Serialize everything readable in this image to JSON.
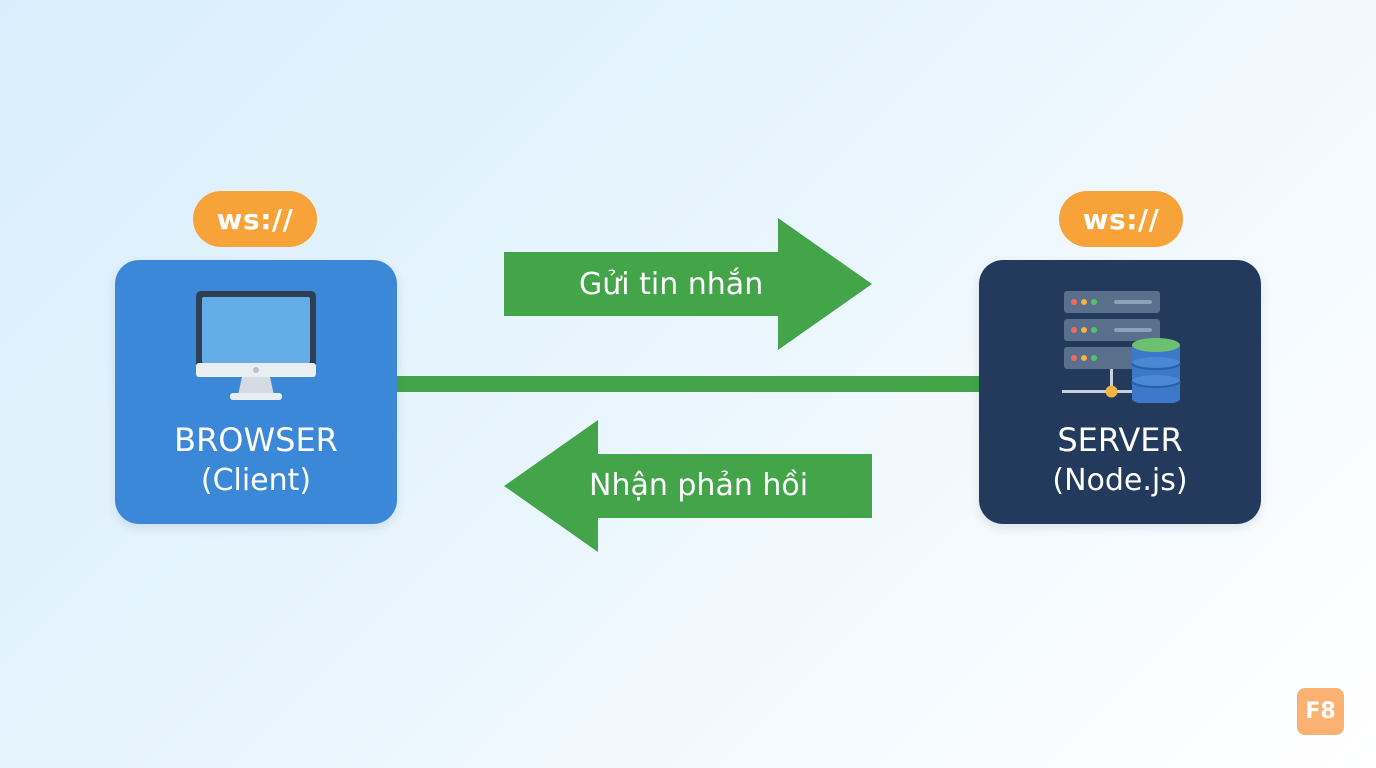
{
  "colors": {
    "protocol_pill": "#f8a23a",
    "browser_box": "#3c88d8",
    "server_box": "#233a5c",
    "arrow_green": "#43a44a",
    "logo": "#fbb171"
  },
  "browser": {
    "protocol": "ws://",
    "title": "BROWSER",
    "subtitle": "(Client)",
    "icon": "desktop-monitor-icon"
  },
  "server": {
    "protocol": "ws://",
    "title": "SERVER",
    "subtitle": "(Node.js)",
    "icon": "server-database-icon"
  },
  "arrows": {
    "send_label": "Gửi tin nhắn",
    "receive_label": "Nhận phản hồi"
  },
  "logo": {
    "text": "F8"
  }
}
